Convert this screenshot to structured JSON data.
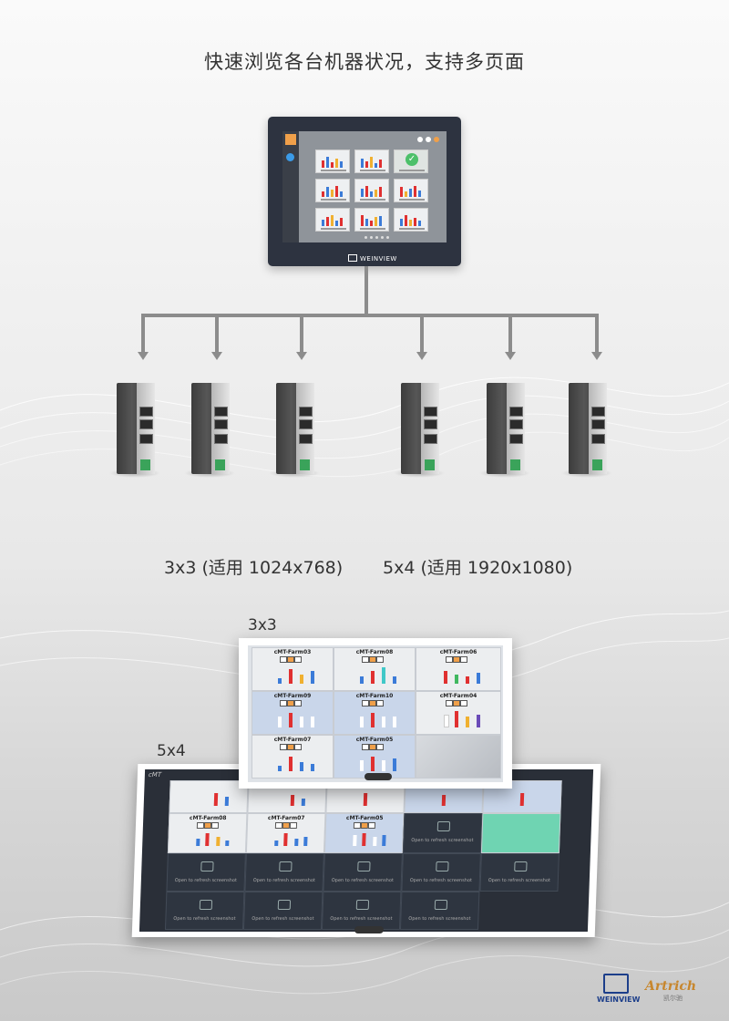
{
  "headline": "快速浏览各台机器状况，支持多页面",
  "hmi": {
    "brand": "WEINVIEW"
  },
  "captions": {
    "left": "3x3 (适用 1024x768)",
    "right": "5x4 (适用 1920x1080)"
  },
  "tags": {
    "grid_3x3": "3x3",
    "grid_5x4": "5x4"
  },
  "panel_3x3": {
    "cells": [
      "cMT-Farm03",
      "cMT-Farm08",
      "cMT-Farm06",
      "cMT-Farm09",
      "cMT-Farm10",
      "cMT-Farm04",
      "cMT-Farm07",
      "cMT-Farm05",
      ""
    ]
  },
  "panel_5x4": {
    "app_label": "cMT",
    "cells_row2": [
      "cMT-Farm08",
      "cMT-Farm07",
      "cMT-Farm05"
    ],
    "placeholder": "Open to refresh screenshot"
  },
  "logos": {
    "weinview": "WEINVIEW",
    "artrich": "Artrich",
    "artrich_sub": "凯尔驰"
  },
  "colors": {
    "accent_orange": "#f0a04a",
    "bar_red": "#e03030",
    "bar_blue": "#3b7bd8",
    "bar_yellow": "#f0b030",
    "ok_green": "#4cc06a"
  }
}
